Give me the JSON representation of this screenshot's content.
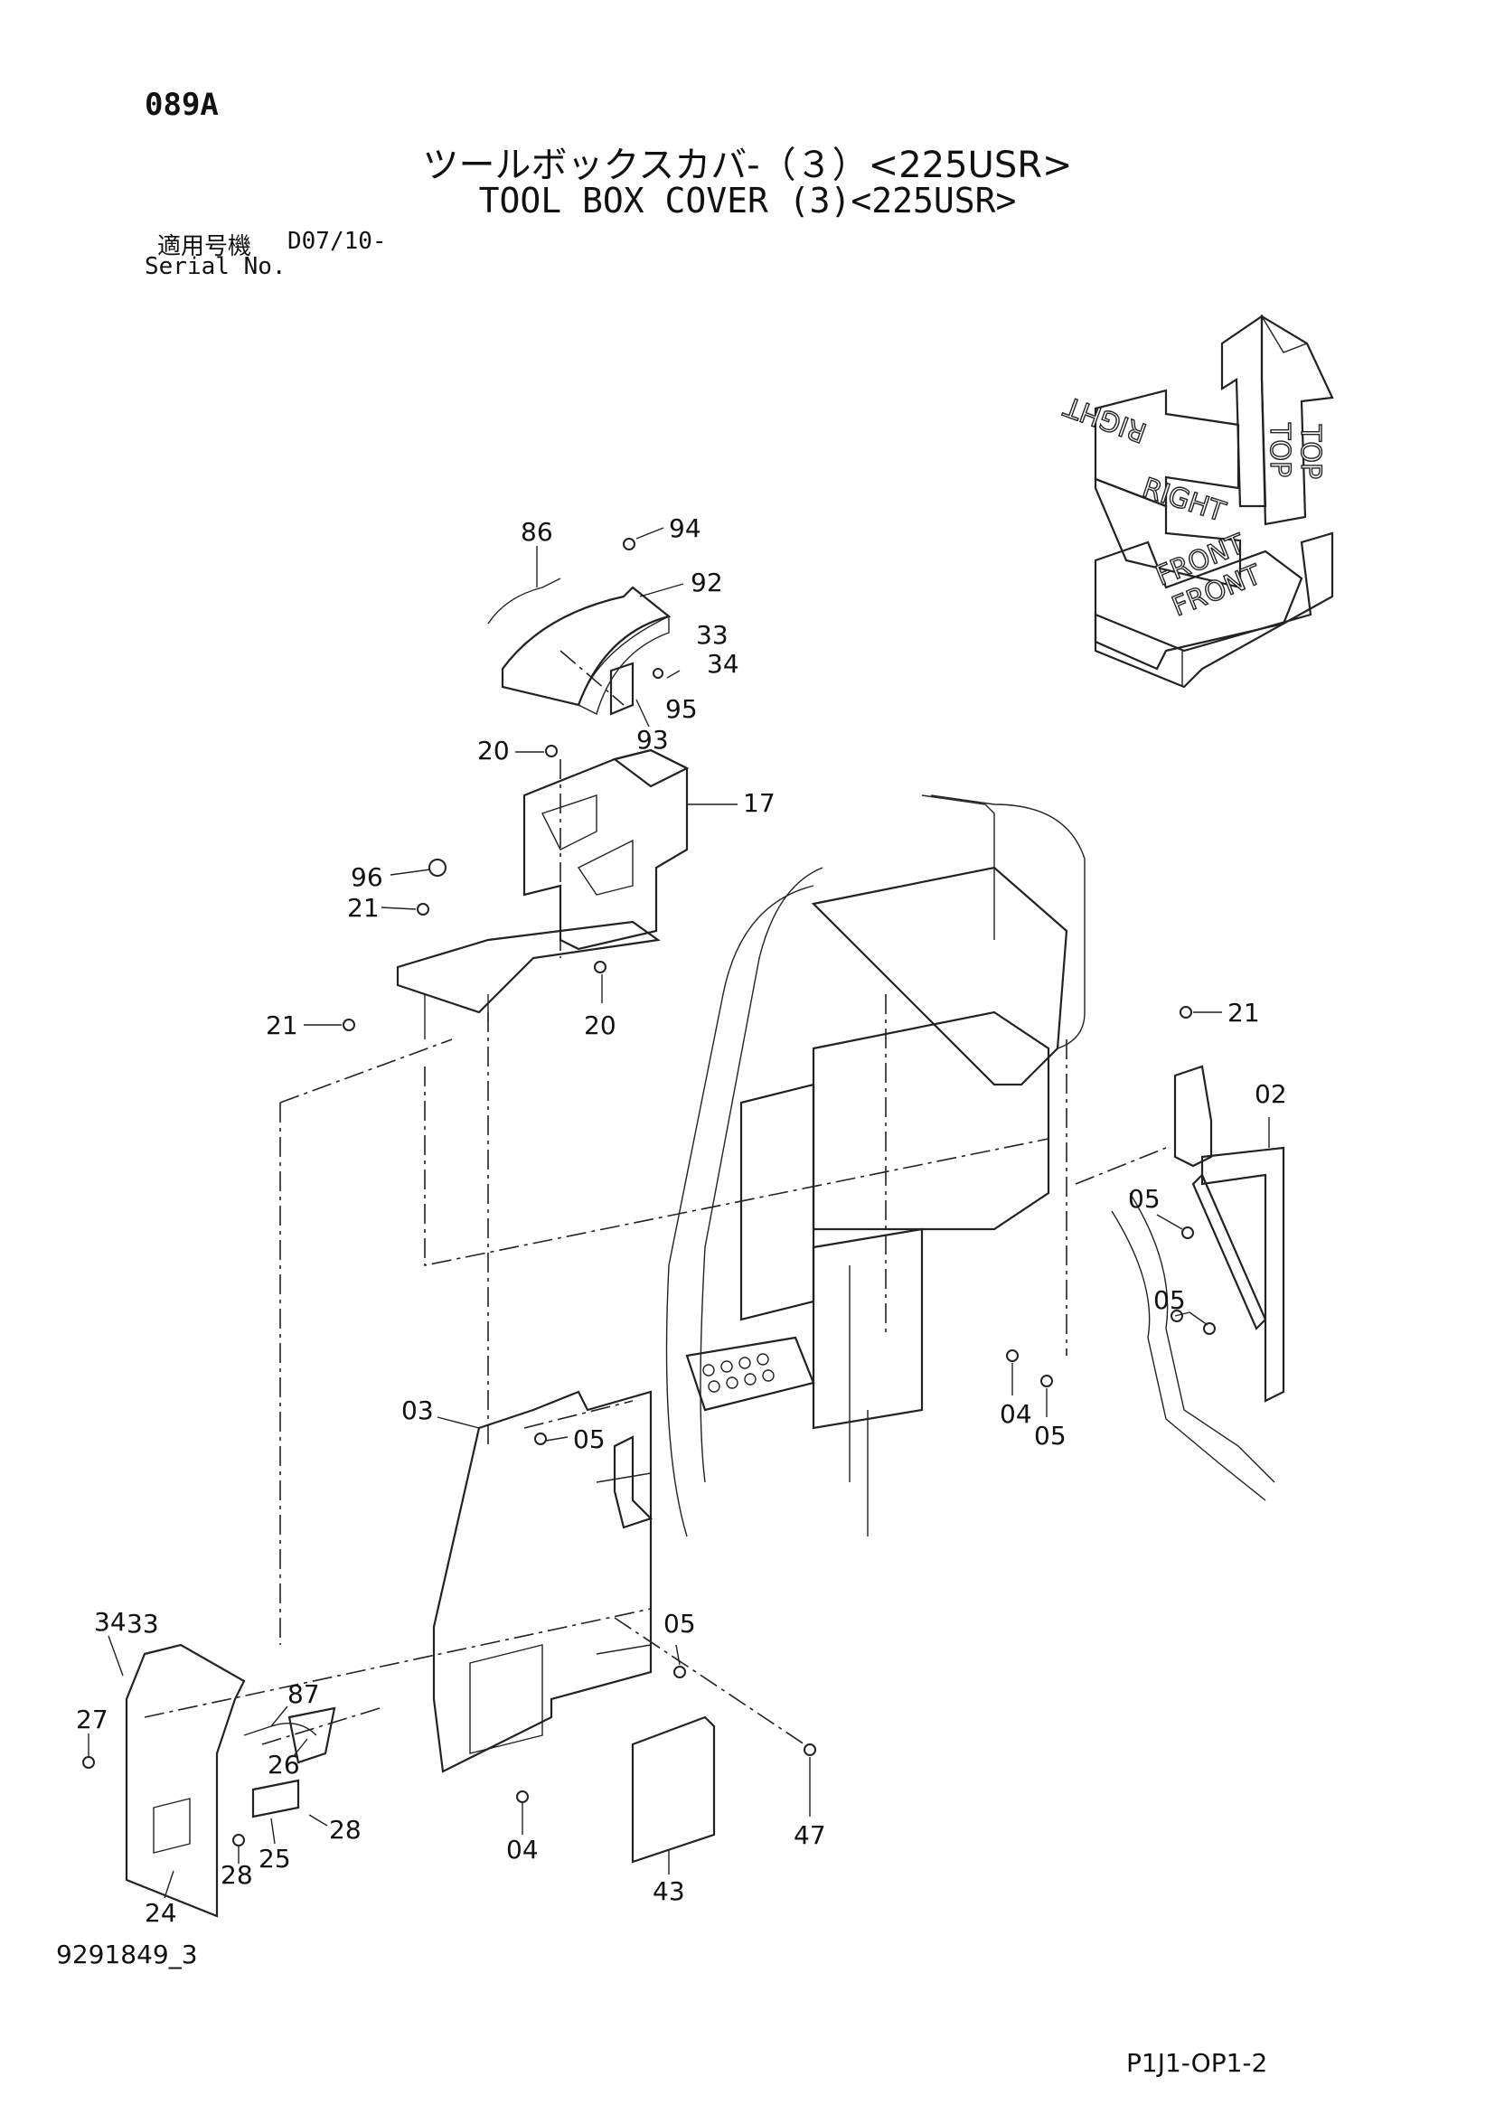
{
  "header": {
    "page_code": "089A",
    "title_jp": "ツールボックスカバ-（３）<225USR>",
    "title_en": "TOOL BOX COVER (3)<225USR>",
    "serial_label_jp": "適用号機",
    "serial_label_en": "Serial No.",
    "serial_value": "D07/10-"
  },
  "direction_indicator": {
    "top_1": "TOP",
    "top_2": "TOP",
    "right_1": "RIGHT",
    "right_2": "RIGHT",
    "front_1": "FRONT",
    "front_2": "FRONT"
  },
  "callouts": [
    "86",
    "94",
    "92",
    "33",
    "34",
    "95",
    "93",
    "20",
    "17",
    "96",
    "21",
    "20",
    "21",
    "21",
    "02",
    "05",
    "05",
    "04",
    "05",
    "05",
    "03",
    "05",
    "34",
    "33",
    "27",
    "87",
    "26",
    "28",
    "28",
    "25",
    "24",
    "04",
    "43",
    "47"
  ],
  "footer": {
    "drawing_number": "9291849_3",
    "page_ref": "P1J1-OP1-2"
  }
}
